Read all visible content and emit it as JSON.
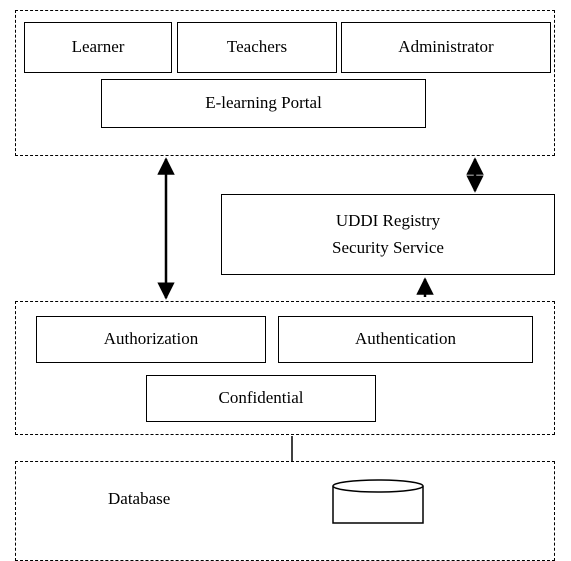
{
  "portal_layer": {
    "roles": [
      "Learner",
      "Teachers",
      "Administrator"
    ],
    "portal_label": "E-learning Portal"
  },
  "registry": {
    "line1": "UDDI Registry",
    "line2": "Security Service"
  },
  "security_layer": {
    "authorization": "Authorization",
    "authentication": "Authentication",
    "confidential": "Confidential"
  },
  "database_layer": {
    "label": "Database"
  }
}
